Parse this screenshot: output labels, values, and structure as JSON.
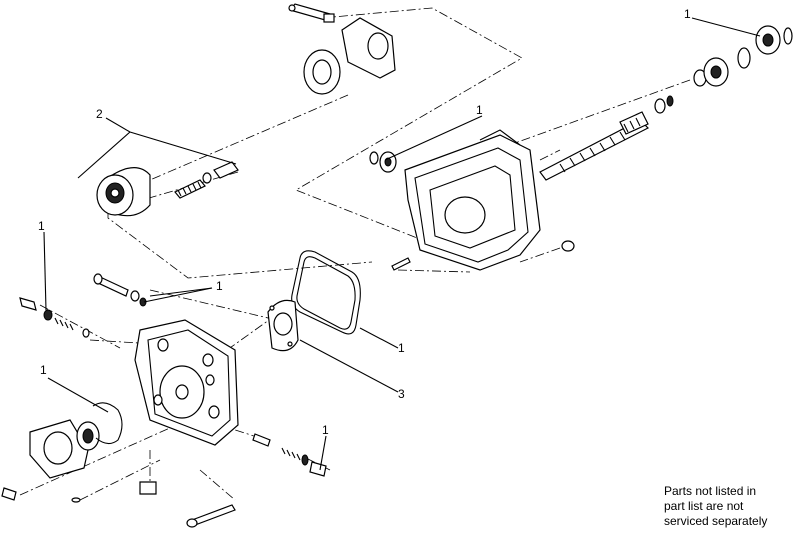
{
  "callouts": [
    {
      "id": "c1",
      "label": "1"
    },
    {
      "id": "c2",
      "label": "2"
    },
    {
      "id": "c3",
      "label": "1"
    },
    {
      "id": "c4",
      "label": "1"
    },
    {
      "id": "c5",
      "label": "1"
    },
    {
      "id": "c6",
      "label": "1"
    },
    {
      "id": "c7",
      "label": "1"
    },
    {
      "id": "c8",
      "label": "3"
    },
    {
      "id": "c9",
      "label": "1"
    }
  ],
  "note": {
    "lines": [
      "Parts not listed in",
      "part list are not",
      "serviced separately"
    ]
  }
}
